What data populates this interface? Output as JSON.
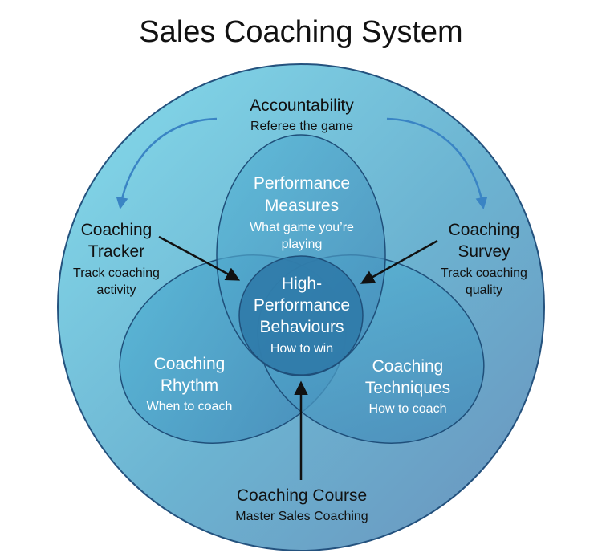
{
  "title": "Sales Coaching System",
  "accountability": {
    "heading": "Accountability",
    "sub": "Referee the game"
  },
  "tracker": {
    "heading1": "Coaching",
    "heading2": "Tracker",
    "sub1": "Track coaching",
    "sub2": "activity"
  },
  "survey": {
    "heading1": "Coaching",
    "heading2": "Survey",
    "sub1": "Track coaching",
    "sub2": "quality"
  },
  "measures": {
    "heading1": "Performance",
    "heading2": "Measures",
    "sub1": "What game you’re",
    "sub2": "playing"
  },
  "behaviours": {
    "heading1": "High-",
    "heading2": "Performance",
    "heading3": "Behaviours",
    "sub": "How to win"
  },
  "rhythm": {
    "heading1": "Coaching",
    "heading2": "Rhythm",
    "sub": "When to coach"
  },
  "techniques": {
    "heading1": "Coaching",
    "heading2": "Techniques",
    "sub": "How to coach"
  },
  "course": {
    "heading": "Coaching Course",
    "sub": "Master Sales Coaching"
  },
  "colors": {
    "outer_light": "#7fd4e6",
    "outer_dark": "#5b8fb8",
    "ellipse_fill": "#4a9ec2",
    "center_fill": "#2e79a8",
    "stroke": "#1f4f7a"
  }
}
